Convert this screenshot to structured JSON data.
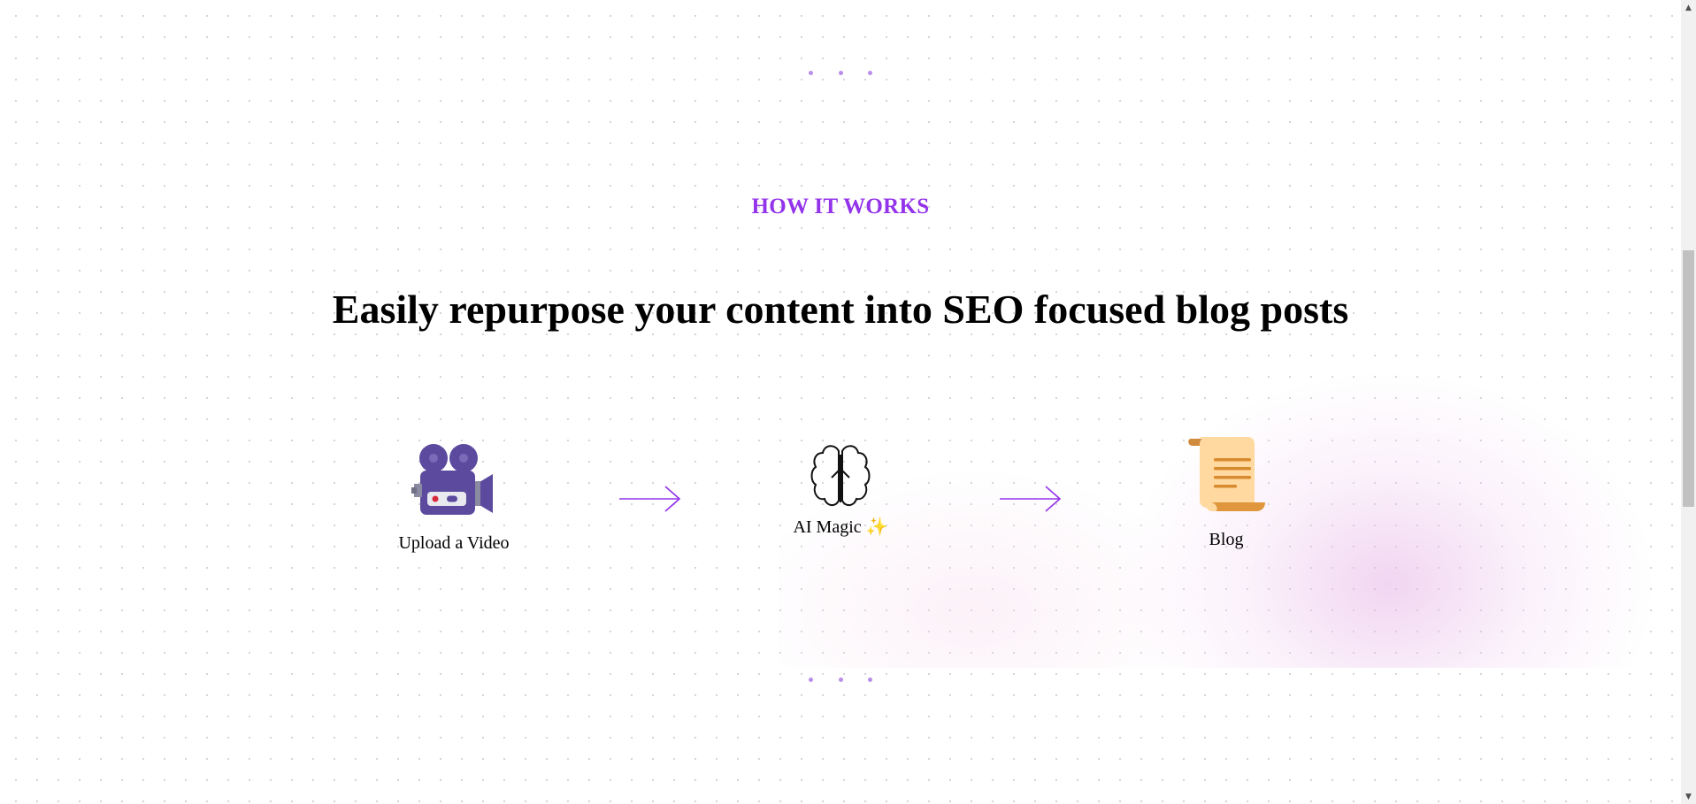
{
  "section": {
    "eyebrow": "HOW IT WORKS",
    "headline": "Easily repurpose your content into SEO focused blog posts",
    "accent_color": "#9333ea"
  },
  "steps": [
    {
      "label": "Upload a Video",
      "icon": "video-camera-icon"
    },
    {
      "label": "AI Magic ✨",
      "icon": "brain-icon"
    },
    {
      "label": "Blog",
      "icon": "scroll-icon"
    }
  ],
  "connectors": [
    {
      "icon": "arrow-right-icon"
    },
    {
      "icon": "arrow-right-icon"
    }
  ],
  "scrollbar": {
    "up_icon": "triangle-up-icon",
    "down_icon": "triangle-down-icon"
  }
}
